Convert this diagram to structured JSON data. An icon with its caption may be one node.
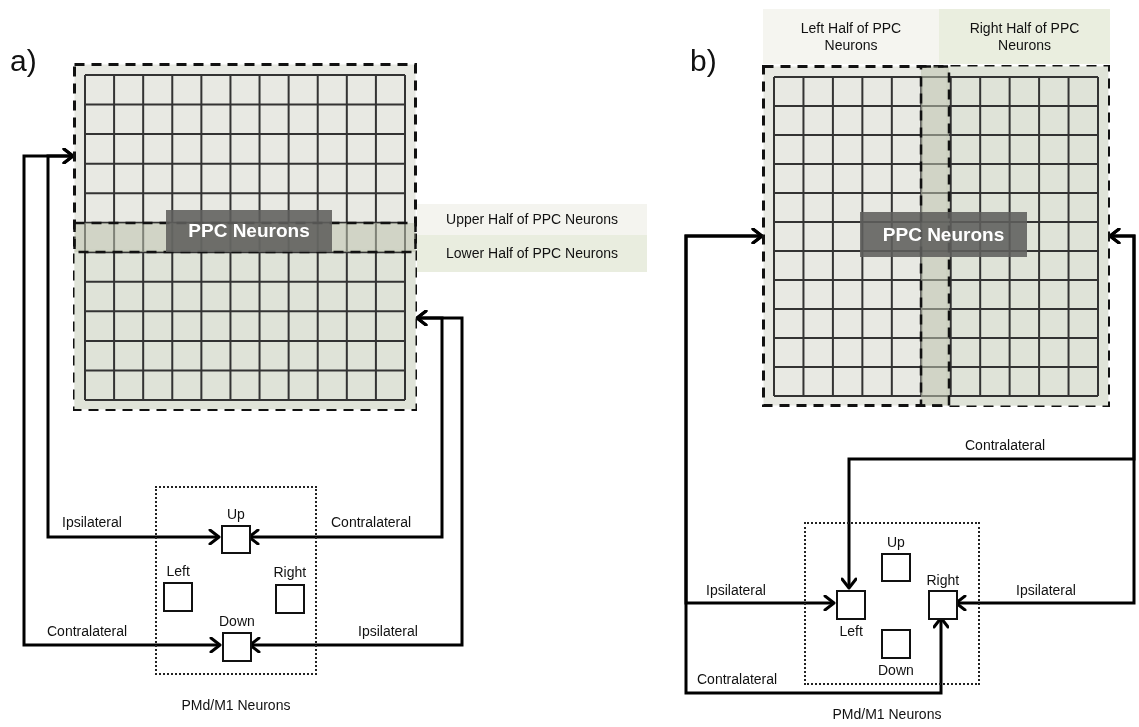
{
  "diagram": {
    "nodes": [
      {
        "text": [
          "PPC Neurons"
        ]
      },
      {
        "text": [
          "Upper Half of PPC Neurons"
        ]
      },
      {
        "text": [
          "Lower Half of PPC Neurons"
        ]
      },
      {
        "text": [],
        "shape": "box",
        "beside": [
          "PMd/M1 Neurons"
        ]
      },
      {
        "text": [],
        "shape": "box",
        "in": 3,
        "beside": [
          "Up"
        ]
      },
      {
        "text": [],
        "shape": "box",
        "in": 3,
        "beside": [
          "Left"
        ]
      },
      {
        "text": [],
        "shape": "box",
        "in": 3,
        "beside": [
          "Right"
        ]
      },
      {
        "text": [],
        "shape": "box",
        "in": 3,
        "beside": [
          "Down"
        ]
      },
      {
        "text": [
          "Left Half of PPC Neurons"
        ]
      },
      {
        "text": [
          "Right Half of PPC Neurons"
        ]
      },
      {
        "text": [
          "PPC Neurons"
        ]
      },
      {
        "text": [],
        "shape": "box",
        "beside": [
          "PMd/M1 Neurons"
        ]
      },
      {
        "text": [],
        "shape": "box",
        "in": 11,
        "beside": [
          "Up"
        ]
      },
      {
        "text": [],
        "shape": "box",
        "in": 11,
        "beside": [
          "Left"
        ]
      },
      {
        "text": [],
        "shape": "box",
        "in": 11,
        "beside": [
          "Right"
        ]
      },
      {
        "text": [],
        "shape": "box",
        "in": 11,
        "beside": [
          "Down"
        ]
      }
    ],
    "edges": [
      {
        "from": 0,
        "to": 4,
        "arrow": "both",
        "label": "Ipsilateral"
      },
      {
        "from": 0,
        "to": 4,
        "arrow": "both",
        "label": "Contralateral"
      },
      {
        "from": 0,
        "to": 7,
        "arrow": "both",
        "label": "Contralateral"
      },
      {
        "from": 0,
        "to": 7,
        "arrow": "both",
        "label": "Ipsilateral"
      },
      {
        "from": 10,
        "to": 13,
        "arrow": "both",
        "label": "Ipsilateral"
      },
      {
        "from": 10,
        "to": 14,
        "arrow": "both",
        "label": "Contralateral"
      },
      {
        "from": 10,
        "to": 13,
        "arrow": "both",
        "label": "Contralateral"
      },
      {
        "from": 10,
        "to": 14,
        "arrow": "both",
        "label": "Ipsilateral"
      }
    ],
    "labels": [
      "a)",
      "b)"
    ]
  }
}
